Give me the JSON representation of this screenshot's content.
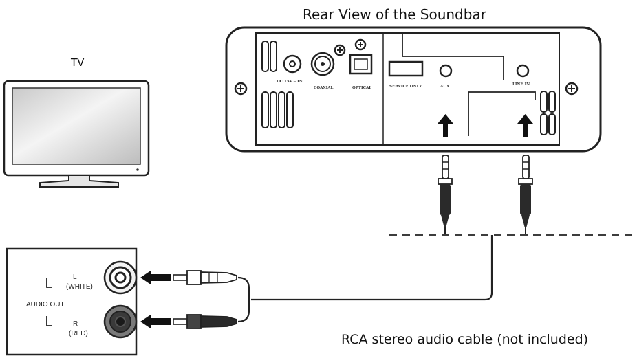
{
  "diagram": {
    "title": "Rear View of the Soundbar",
    "tv_label": "TV",
    "soundbar_ports": {
      "dc_in": "DC 15V ─ IN",
      "coaxial": "COAXIAL",
      "optical": "OPTICAL",
      "service_only": "SERVICE ONLY",
      "aux": "AUX",
      "line_in": "LINE IN"
    },
    "tv_panel": {
      "audio_out": "AUDIO OUT",
      "left_letter": "L",
      "left_color": "(WHITE)",
      "right_letter": "R",
      "right_color": "(RED)"
    },
    "caption": "RCA stereo audio cable (not included)"
  }
}
